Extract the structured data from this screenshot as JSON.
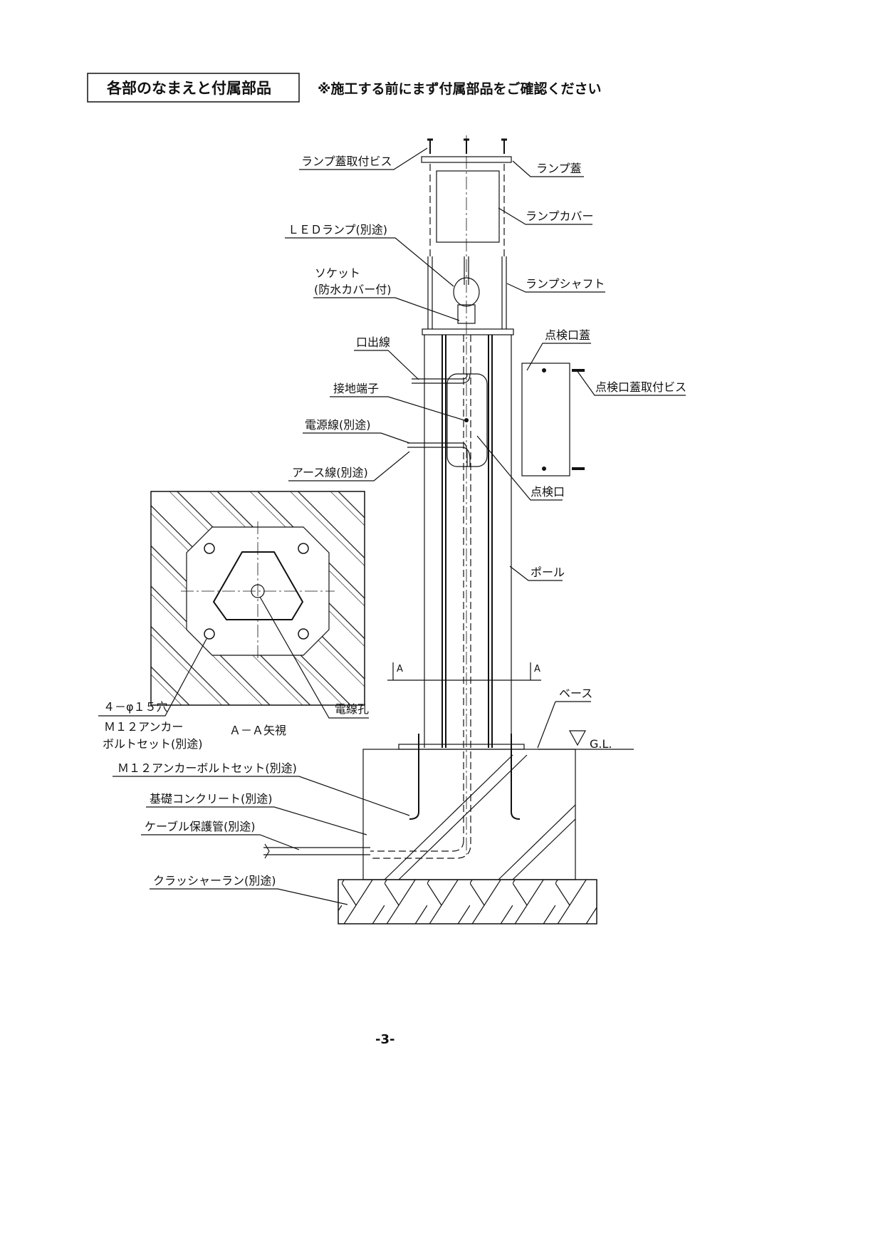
{
  "header": {
    "title": "各部のなまえと付属部品",
    "note": "※施工する前にまず付属部品をご確認ください"
  },
  "labels": {
    "lamp_lid_screw": "ランプ蓋取付ビス",
    "lamp_lid": "ランプ蓋",
    "lamp_cover": "ランプカバー",
    "led_lamp": "ＬＥＤランプ(別途)",
    "socket_1": "ソケット",
    "socket_2": "(防水カバー付)",
    "lamp_shaft": "ランプシャフト",
    "inspection_lid": "点検口蓋",
    "lead_wire": "口出線",
    "inspection_lid_screw": "点検口蓋取付ビス",
    "ground_terminal": "接地端子",
    "power_wire": "電源線(別途)",
    "earth_wire": "アース線(別途)",
    "inspection_port": "点検口",
    "pole": "ポール",
    "section_mark_left": "A",
    "section_mark_right": "A",
    "base": "ベース",
    "ground_level": "G.L.",
    "holes": "４－φ１５穴",
    "anchor_1": "Ｍ１２アンカー",
    "anchor_2": "ボルトセット(別途)",
    "section_view": "Ａ－Ａ矢視",
    "wire_hole": "電線孔",
    "anchor_bolt_set": "Ｍ１２アンカーボルトセット(別途)",
    "foundation": "基礎コンクリート(別途)",
    "cable_pipe": "ケーブル保護管(別途)",
    "crusher_run": "クラッシャーラン(別途)"
  },
  "footer": {
    "page_number": "-3-"
  }
}
